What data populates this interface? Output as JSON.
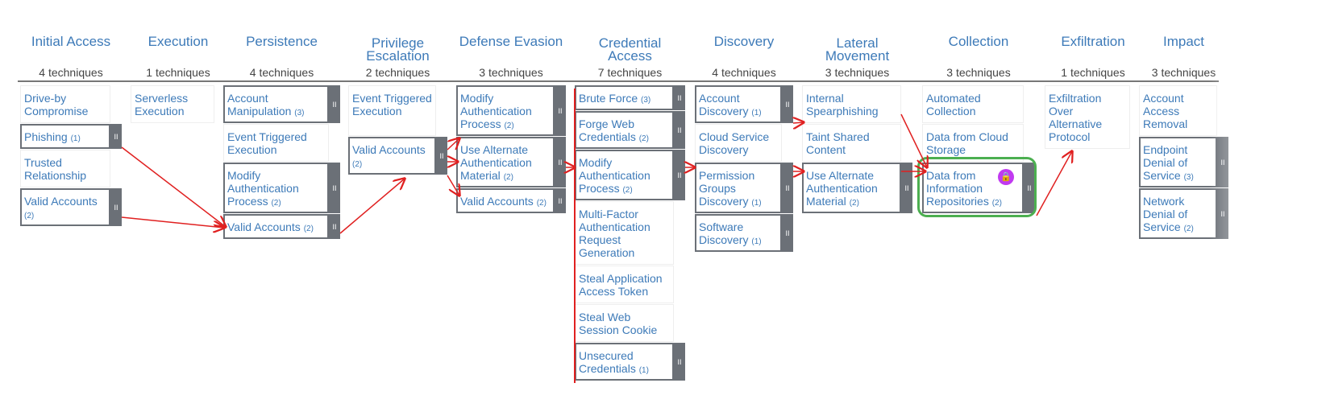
{
  "tactics": [
    {
      "title": "Initial Access",
      "count": "4 techniques",
      "techniques": [
        {
          "name": "Drive-by Compromise",
          "lines": 2
        },
        {
          "name": "Phishing",
          "count": "(1)",
          "lines": 1,
          "expand": true
        },
        {
          "name": "Trusted Relationship",
          "lines": 2
        },
        {
          "name": "Valid Accounts",
          "count": "(2)",
          "lines": 2,
          "expand": true
        }
      ]
    },
    {
      "title": "Execution",
      "count": "1 techniques",
      "techniques": [
        {
          "name": "Serverless Execution",
          "lines": 2
        }
      ]
    },
    {
      "title": "Persistence",
      "count": "4 techniques",
      "techniques": [
        {
          "name": "Account Manipulation",
          "count": "(3)",
          "lines": 2,
          "expand": true
        },
        {
          "name": "Event Triggered Execution",
          "lines": 2
        },
        {
          "name": "Modify Authentication Process",
          "count": "(2)",
          "lines": 3,
          "expand": true
        },
        {
          "name": "Valid Accounts",
          "count": "(2)",
          "lines": 1,
          "expand": true
        }
      ]
    },
    {
      "title": "Privilege Escalation",
      "count": "2 techniques",
      "techniques": [
        {
          "name": "Event Triggered Execution",
          "lines": 3
        },
        {
          "name": "Valid Accounts",
          "count": "(2)",
          "lines": 2,
          "expand": true
        }
      ]
    },
    {
      "title": "Defense Evasion",
      "count": "3 techniques",
      "techniques": [
        {
          "name": "Modify Authentication Process",
          "count": "(2)",
          "lines": 3,
          "expand": true
        },
        {
          "name": "Use Alternate Authentication Material",
          "count": "(2)",
          "lines": 3,
          "expand": true
        },
        {
          "name": "Valid Accounts",
          "count": "(2)",
          "lines": 1,
          "expand": true
        }
      ]
    },
    {
      "title": "Credential Access",
      "count": "7 techniques",
      "techniques": [
        {
          "name": "Brute Force",
          "count": "(3)",
          "lines": 1,
          "expand": true
        },
        {
          "name": "Forge Web Credentials",
          "count": "(2)",
          "lines": 2,
          "expand": true
        },
        {
          "name": "Modify Authentication Process",
          "count": "(2)",
          "lines": 3,
          "expand": true
        },
        {
          "name": "Multi-Factor Authentication Request Generation",
          "lines": 4
        },
        {
          "name": "Steal Application Access Token",
          "lines": 2
        },
        {
          "name": "Steal Web Session Cookie",
          "lines": 2
        },
        {
          "name": "Unsecured Credentials",
          "count": "(1)",
          "lines": 2,
          "expand": true
        }
      ]
    },
    {
      "title": "Discovery",
      "count": "4 techniques",
      "techniques": [
        {
          "name": "Account Discovery",
          "count": "(1)",
          "lines": 2,
          "expand": true
        },
        {
          "name": "Cloud Service Discovery",
          "lines": 2
        },
        {
          "name": "Permission Groups Discovery",
          "count": "(1)",
          "lines": 3,
          "expand": true
        },
        {
          "name": "Software Discovery",
          "count": "(1)",
          "lines": 2,
          "expand": true
        }
      ]
    },
    {
      "title": "Lateral Movement",
      "count": "3 techniques",
      "techniques": [
        {
          "name": "Internal Spearphishing",
          "lines": 2
        },
        {
          "name": "Taint Shared Content",
          "lines": 2
        },
        {
          "name": "Use Alternate Authentication Material",
          "count": "(2)",
          "lines": 3,
          "expand": true
        }
      ]
    },
    {
      "title": "Collection",
      "count": "3 techniques",
      "techniques": [
        {
          "name": "Automated Collection",
          "lines": 2
        },
        {
          "name": "Data from Cloud Storage",
          "lines": 2
        },
        {
          "name": "Data from Information Repositories",
          "count": "(2)",
          "lines": 3,
          "expand": true,
          "highlight": true,
          "icon": "lock-icon"
        }
      ]
    },
    {
      "title": "Exfiltration",
      "count": "1 techniques",
      "techniques": [
        {
          "name": "Exfiltration Over Alternative Protocol",
          "lines": 4
        }
      ]
    },
    {
      "title": "Impact",
      "count": "3 techniques",
      "techniques": [
        {
          "name": "Account Access Removal",
          "lines": 3
        },
        {
          "name": "Endpoint Denial of Service",
          "count": "(3)",
          "lines": 3,
          "expand": true
        },
        {
          "name": "Network Denial of Service",
          "count": "(2)",
          "lines": 3,
          "expand": true
        }
      ]
    }
  ],
  "colors": {
    "arrow": "#e02020",
    "highlight": "#4caf50",
    "lock": "#c13af0",
    "link": "#3d7ab8"
  }
}
